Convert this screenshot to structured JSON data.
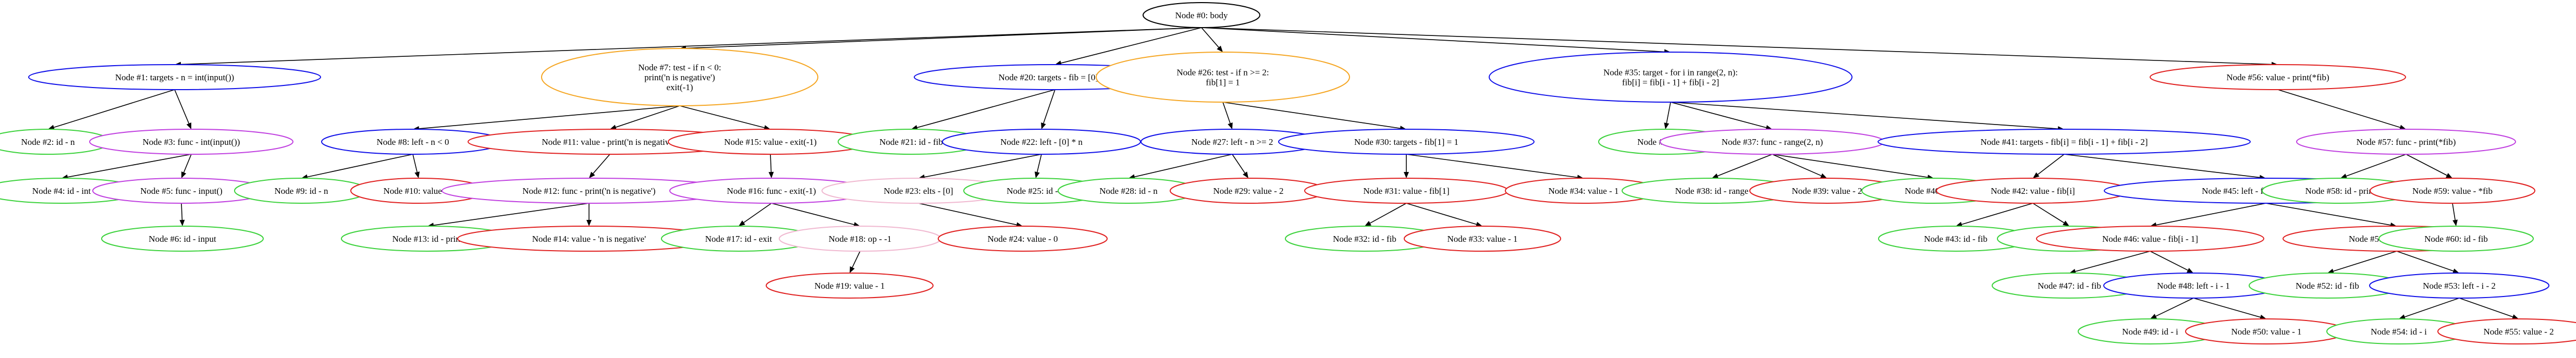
{
  "palette": {
    "blue": "#1010e8",
    "orange": "#f5a623",
    "purple": "#c040e0",
    "green": "#3cd23c",
    "red": "#e02020",
    "pink": "#f0b8d0"
  },
  "diagram": {
    "nodes": [
      {
        "id": 0,
        "label": "Node #0: body",
        "color": "black"
      },
      {
        "id": 1,
        "label": "Node #1: targets - n = int(input())",
        "color": "blue"
      },
      {
        "id": 2,
        "label": "Node #2: id - n",
        "color": "green"
      },
      {
        "id": 3,
        "label": "Node #3: func - int(input())",
        "color": "purple"
      },
      {
        "id": 4,
        "label": "Node #4: id - int",
        "color": "green"
      },
      {
        "id": 5,
        "label": "Node #5: func - input()",
        "color": "purple"
      },
      {
        "id": 6,
        "label": "Node #6: id - input",
        "color": "green"
      },
      {
        "id": 7,
        "label": "Node #7: test - if n < 0:\nprint('n is negative')\nexit(-1)",
        "color": "orange"
      },
      {
        "id": 8,
        "label": "Node #8: left - n < 0",
        "color": "blue"
      },
      {
        "id": 9,
        "label": "Node #9: id - n",
        "color": "green"
      },
      {
        "id": 10,
        "label": "Node #10: value - 0",
        "color": "red"
      },
      {
        "id": 11,
        "label": "Node #11: value - print('n is negative')",
        "color": "red"
      },
      {
        "id": 12,
        "label": "Node #12: func - print('n is negative')",
        "color": "purple"
      },
      {
        "id": 13,
        "label": "Node #13: id - print",
        "color": "green"
      },
      {
        "id": 14,
        "label": "Node #14: value - 'n is negative'",
        "color": "red"
      },
      {
        "id": 15,
        "label": "Node #15: value - exit(-1)",
        "color": "red"
      },
      {
        "id": 16,
        "label": "Node #16: func - exit(-1)",
        "color": "purple"
      },
      {
        "id": 17,
        "label": "Node #17: id - exit",
        "color": "green"
      },
      {
        "id": 18,
        "label": "Node #18: op - -1",
        "color": "pink"
      },
      {
        "id": 19,
        "label": "Node #19: value - 1",
        "color": "red"
      },
      {
        "id": 20,
        "label": "Node #20: targets - fib = [0] * n",
        "color": "blue"
      },
      {
        "id": 21,
        "label": "Node #21: id - fib",
        "color": "green"
      },
      {
        "id": 22,
        "label": "Node #22: left - [0] * n",
        "color": "blue"
      },
      {
        "id": 23,
        "label": "Node #23: elts - [0]",
        "color": "pink"
      },
      {
        "id": 24,
        "label": "Node #24: value - 0",
        "color": "red"
      },
      {
        "id": 25,
        "label": "Node #25: id - n",
        "color": "green"
      },
      {
        "id": 26,
        "label": "Node #26: test - if n >= 2:\nfib[1] = 1",
        "color": "orange"
      },
      {
        "id": 27,
        "label": "Node #27: left - n >= 2",
        "color": "blue"
      },
      {
        "id": 28,
        "label": "Node #28: id - n",
        "color": "green"
      },
      {
        "id": 29,
        "label": "Node #29: value - 2",
        "color": "red"
      },
      {
        "id": 30,
        "label": "Node #30: targets - fib[1] = 1",
        "color": "blue"
      },
      {
        "id": 31,
        "label": "Node #31: value - fib[1]",
        "color": "red"
      },
      {
        "id": 32,
        "label": "Node #32: id - fib",
        "color": "green"
      },
      {
        "id": 33,
        "label": "Node #33: value - 1",
        "color": "red"
      },
      {
        "id": 34,
        "label": "Node #34: value - 1",
        "color": "red"
      },
      {
        "id": 35,
        "label": "Node #35: target - for i in range(2, n):\nfib[i] = fib[i - 1] + fib[i - 2]",
        "color": "blue"
      },
      {
        "id": 36,
        "label": "Node #36: id - i",
        "color": "green"
      },
      {
        "id": 37,
        "label": "Node #37: func - range(2, n)",
        "color": "purple"
      },
      {
        "id": 38,
        "label": "Node #38: id - range",
        "color": "green"
      },
      {
        "id": 39,
        "label": "Node #39: value - 2",
        "color": "red"
      },
      {
        "id": 40,
        "label": "Node #40: id - n",
        "color": "green"
      },
      {
        "id": 41,
        "label": "Node #41: targets - fib[i] = fib[i - 1] + fib[i - 2]",
        "color": "blue"
      },
      {
        "id": 42,
        "label": "Node #42: value - fib[i]",
        "color": "red"
      },
      {
        "id": 43,
        "label": "Node #43: id - fib",
        "color": "green"
      },
      {
        "id": 44,
        "label": "Node #44: id - i",
        "color": "green"
      },
      {
        "id": 45,
        "label": "Node #45: left - fib[i - 1] + fib[i - 2]",
        "color": "blue"
      },
      {
        "id": 46,
        "label": "Node #46: value - fib[i - 1]",
        "color": "red"
      },
      {
        "id": 47,
        "label": "Node #47: id - fib",
        "color": "green"
      },
      {
        "id": 48,
        "label": "Node #48: left - i - 1",
        "color": "blue"
      },
      {
        "id": 49,
        "label": "Node #49: id - i",
        "color": "green"
      },
      {
        "id": 50,
        "label": "Node #50: value - 1",
        "color": "red"
      },
      {
        "id": 51,
        "label": "Node #51: value - fib[i - 2]",
        "color": "red"
      },
      {
        "id": 52,
        "label": "Node #52: id - fib",
        "color": "green"
      },
      {
        "id": 53,
        "label": "Node #53: left - i - 2",
        "color": "blue"
      },
      {
        "id": 54,
        "label": "Node #54: id - i",
        "color": "green"
      },
      {
        "id": 55,
        "label": "Node #55: value - 2",
        "color": "red"
      },
      {
        "id": 56,
        "label": "Node #56: value - print(*fib)",
        "color": "red"
      },
      {
        "id": 57,
        "label": "Node #57: func - print(*fib)",
        "color": "purple"
      },
      {
        "id": 58,
        "label": "Node #58: id - print",
        "color": "green"
      },
      {
        "id": 59,
        "label": "Node #59: value - *fib",
        "color": "red"
      },
      {
        "id": 60,
        "label": "Node #60: id - fib",
        "color": "green"
      }
    ],
    "edges": [
      [
        0,
        1
      ],
      [
        0,
        7
      ],
      [
        0,
        20
      ],
      [
        0,
        26
      ],
      [
        0,
        35
      ],
      [
        0,
        56
      ],
      [
        1,
        2
      ],
      [
        1,
        3
      ],
      [
        3,
        4
      ],
      [
        3,
        5
      ],
      [
        5,
        6
      ],
      [
        7,
        8
      ],
      [
        7,
        11
      ],
      [
        7,
        15
      ],
      [
        8,
        9
      ],
      [
        8,
        10
      ],
      [
        11,
        12
      ],
      [
        12,
        13
      ],
      [
        12,
        14
      ],
      [
        15,
        16
      ],
      [
        16,
        17
      ],
      [
        16,
        18
      ],
      [
        18,
        19
      ],
      [
        20,
        21
      ],
      [
        20,
        22
      ],
      [
        22,
        23
      ],
      [
        22,
        25
      ],
      [
        23,
        24
      ],
      [
        26,
        27
      ],
      [
        26,
        30
      ],
      [
        27,
        28
      ],
      [
        27,
        29
      ],
      [
        30,
        31
      ],
      [
        30,
        34
      ],
      [
        31,
        32
      ],
      [
        31,
        33
      ],
      [
        35,
        36
      ],
      [
        35,
        37
      ],
      [
        35,
        41
      ],
      [
        37,
        38
      ],
      [
        37,
        39
      ],
      [
        37,
        40
      ],
      [
        41,
        42
      ],
      [
        41,
        45
      ],
      [
        42,
        43
      ],
      [
        42,
        44
      ],
      [
        45,
        46
      ],
      [
        45,
        51
      ],
      [
        46,
        47
      ],
      [
        46,
        48
      ],
      [
        48,
        49
      ],
      [
        48,
        50
      ],
      [
        51,
        52
      ],
      [
        51,
        53
      ],
      [
        53,
        54
      ],
      [
        53,
        55
      ],
      [
        56,
        57
      ],
      [
        57,
        58
      ],
      [
        57,
        59
      ],
      [
        59,
        60
      ]
    ]
  }
}
